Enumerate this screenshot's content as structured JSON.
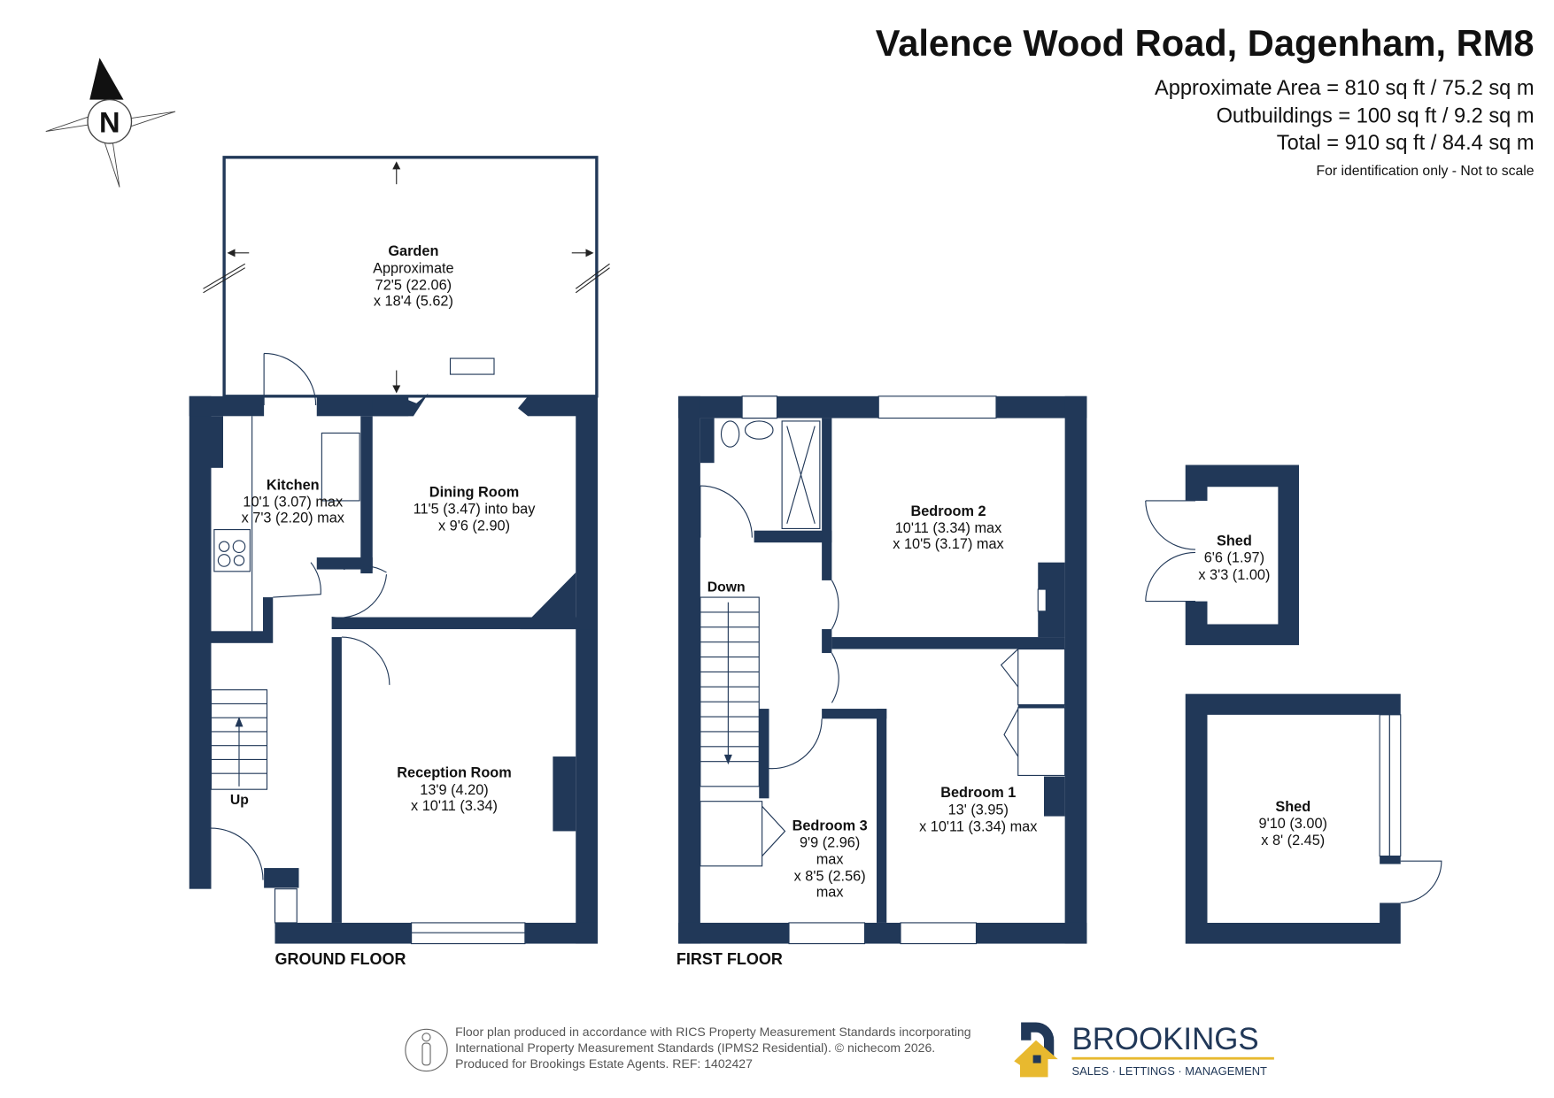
{
  "header": {
    "title": "Valence Wood Road, Dagenham, RM8",
    "area": "Approximate Area = 810 sq ft / 75.2 sq m",
    "outbuildings": "Outbuildings = 100 sq ft / 9.2 sq m",
    "total": "Total = 910 sq ft / 84.4 sq m",
    "disclaimer": "For identification only - Not to scale"
  },
  "compass": {
    "label": "N"
  },
  "ground_floor": {
    "label": "GROUND FLOOR",
    "garden": {
      "name": "Garden",
      "l1": "Approximate",
      "l2": "72'5 (22.06)",
      "l3": "x 18'4 (5.62)"
    },
    "kitchen": {
      "name": "Kitchen",
      "l1": "10'1 (3.07) max",
      "l2": "x 7'3 (2.20) max"
    },
    "dining": {
      "name": "Dining Room",
      "l1": "11'5 (3.47) into bay",
      "l2": "x 9'6 (2.90)"
    },
    "reception": {
      "name": "Reception Room",
      "l1": "13'9 (4.20)",
      "l2": "x 10'11 (3.34)"
    },
    "stairs": "Up"
  },
  "first_floor": {
    "label": "FIRST FLOOR",
    "bedroom2": {
      "name": "Bedroom 2",
      "l1": "10'11 (3.34) max",
      "l2": "x 10'5 (3.17) max"
    },
    "bedroom1": {
      "name": "Bedroom 1",
      "l1": "13' (3.95)",
      "l2": "x 10'11 (3.34) max"
    },
    "bedroom3": {
      "name": "Bedroom 3",
      "l1": "9'9 (2.96)",
      "l2": "max",
      "l3": "x 8'5 (2.56)",
      "l4": "max"
    },
    "stairs": "Down"
  },
  "outbuildings": {
    "shed1": {
      "name": "Shed",
      "l1": "6'6 (1.97)",
      "l2": "x 3'3 (1.00)"
    },
    "shed2": {
      "name": "Shed",
      "l1": "9'10 (3.00)",
      "l2": "x 8' (2.45)"
    }
  },
  "footer": {
    "line1": "Floor plan produced in accordance with RICS Property Measurement Standards incorporating",
    "line2": "International Property Measurement Standards (IPMS2 Residential).   © nichecom 2026.",
    "line3": "Produced for Brookings Estate Agents.   REF: 1402427",
    "brand": "BROOKINGS",
    "tagline": "SALES · LETTINGS · MANAGEMENT",
    "colors": {
      "wall": "#213858",
      "accent": "#e8b92f"
    }
  }
}
